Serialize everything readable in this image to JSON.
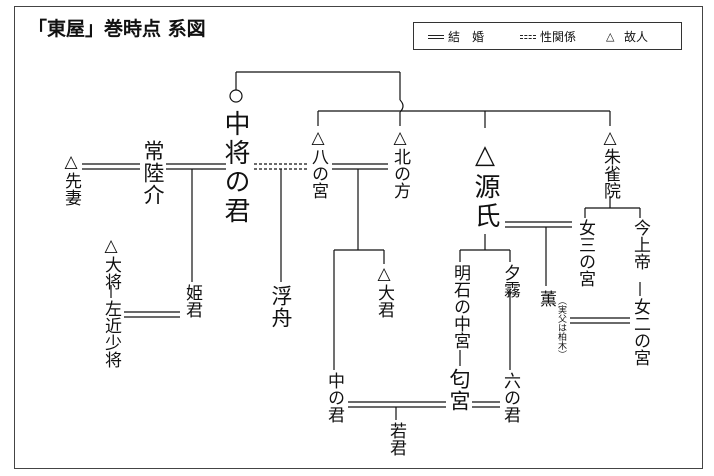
{
  "title": "「東屋」巻時点 系図",
  "legend": {
    "marriage": "結　婚",
    "relation": "性関係",
    "deceased": "故人",
    "deceased_mark": "△"
  },
  "people": {
    "nakanokimi": "中将の君",
    "hitachinosuke": "常陸介",
    "sensai": "先妻",
    "hachinomiya": "八の宮",
    "kitanokata": "北の方",
    "genji": "源氏",
    "suzakuin": "朱雀院",
    "taisho": "大将",
    "sakon": "左近少将",
    "himegimi": "姫君",
    "ukifune": "浮舟",
    "ookimi": "大君",
    "onnasannomiya": "女三の宮",
    "kinjoutei": "今上帝",
    "onnaninomiya": "女二の宮",
    "akashinochuguu": "明石の中宮",
    "yugiri": "夕霧",
    "kaoru": "薫",
    "kaoru_note": "（実父は柏木）",
    "nioumiya": "匂宮",
    "rokunokimi": "六の君",
    "nakanokimi2": "中の君",
    "wakagimi": "若君"
  },
  "colors": {
    "ink": "#111111",
    "frame": "#444444"
  }
}
